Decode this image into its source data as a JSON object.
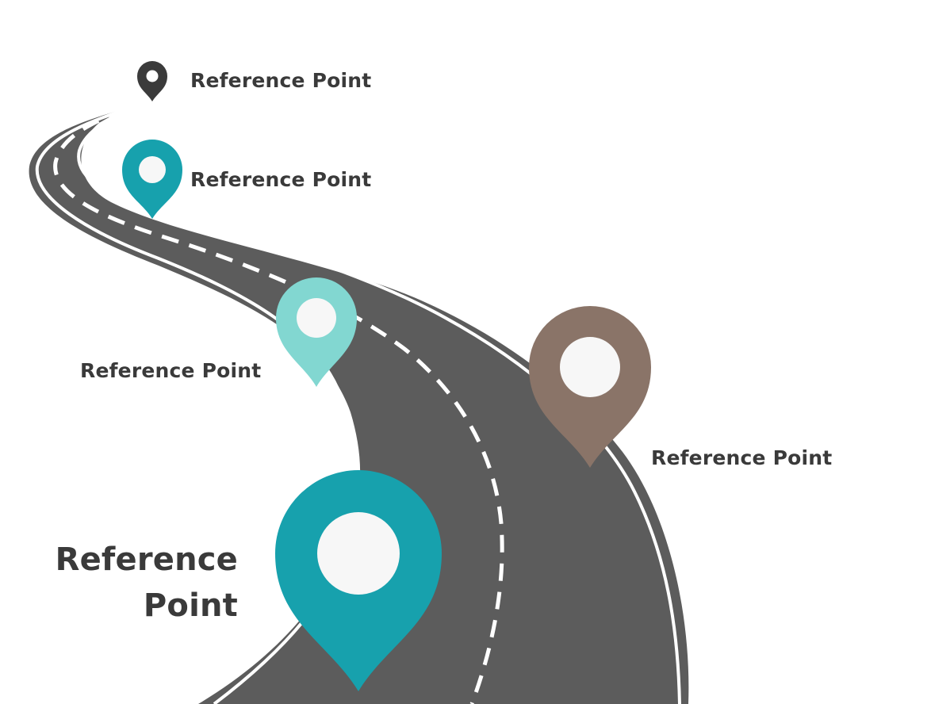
{
  "colors": {
    "background": "#ffffff",
    "road": "#5c5c5c",
    "road_edge": "#5c5c5c",
    "lane_line": "#ffffff",
    "text": "#3a3a3a"
  },
  "pins": [
    {
      "id": "pin-1",
      "color": "#3b3b3b",
      "hole_color": "#ffffff",
      "icon": "map-pin-icon",
      "label": "Reference Point"
    },
    {
      "id": "pin-2",
      "color": "#17a1ad",
      "hole_color": "#f7f7f7",
      "icon": "map-pin-icon",
      "label": "Reference Point"
    },
    {
      "id": "pin-3",
      "color": "#82d7d1",
      "hole_color": "#f7f7f7",
      "icon": "map-pin-icon",
      "label": "Reference Point"
    },
    {
      "id": "pin-4",
      "color": "#8a7468",
      "hole_color": "#f7f7f7",
      "icon": "map-pin-icon",
      "label": "Reference Point"
    },
    {
      "id": "pin-5",
      "color": "#17a1ad",
      "hole_color": "#f7f7f7",
      "icon": "map-pin-icon",
      "label": "Reference\nPoint"
    }
  ]
}
